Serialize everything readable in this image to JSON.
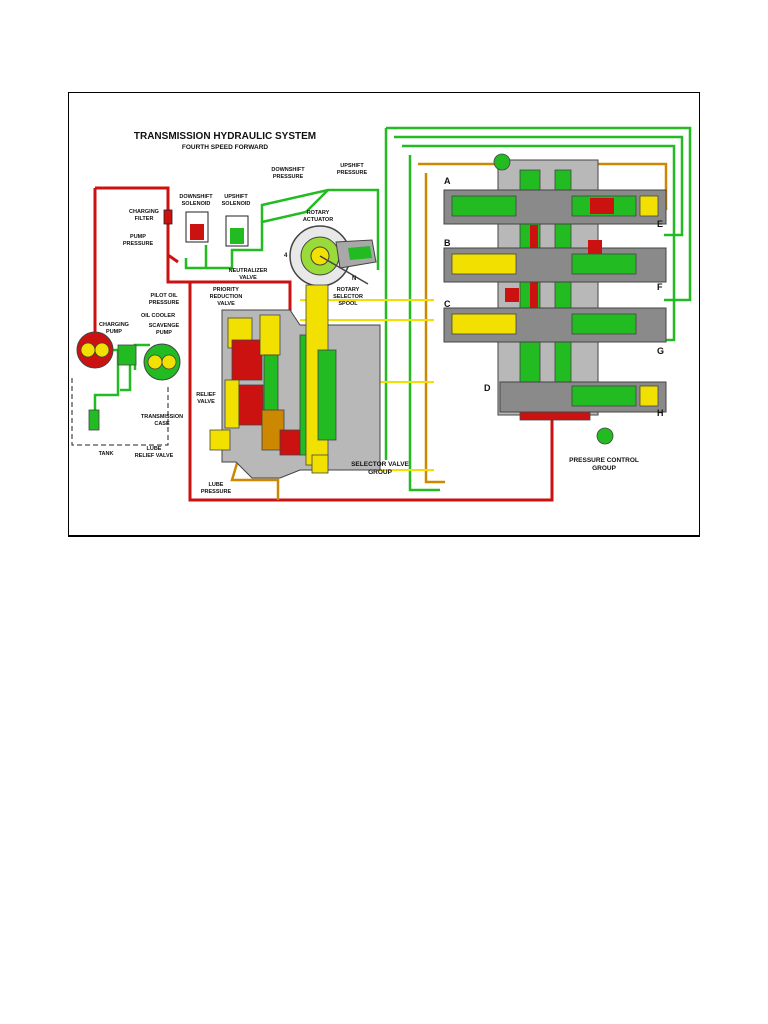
{
  "title": "TRANSMISSION HYDRAULIC SYSTEM",
  "subtitle": "FOURTH SPEED FORWARD",
  "labels": {
    "downshift_pressure": [
      "DOWNSHIFT",
      "PRESSURE"
    ],
    "upshift_pressure": [
      "UPSHIFT",
      "PRESSURE"
    ],
    "downshift_solenoid": [
      "DOWNSHIFT",
      "SOLENOID"
    ],
    "upshift_solenoid": [
      "UPSHIFT",
      "SOLENOID"
    ],
    "charging_filter": [
      "CHARGING",
      "FILTER"
    ],
    "rotary_actuator": [
      "ROTARY",
      "ACTUATOR"
    ],
    "pump_pressure": [
      "PUMP",
      "PRESSURE"
    ],
    "neutralizer_valve": [
      "NEUTRALIZER",
      "VALVE"
    ],
    "priority_reduction_valve": [
      "PRIORITY",
      "REDUCTION",
      "VALVE"
    ],
    "rotary_selector_spool": [
      "ROTARY",
      "SELECTOR",
      "SPOOL"
    ],
    "pilot_oil_pressure": [
      "PILOT OIL",
      "PRESSURE"
    ],
    "oil_cooler": "OIL COOLER",
    "charging_pump": [
      "CHARGING",
      "PUMP"
    ],
    "scavenge_pump": [
      "SCAVENGE",
      "PUMP"
    ],
    "relief_valve": [
      "RELIEF",
      "VALVE"
    ],
    "transmission_case": [
      "TRANSMISSION",
      "CASE"
    ],
    "tank": "TANK",
    "lube_relief_valve": [
      "LUBE",
      "RELIEF VALVE"
    ],
    "lube_pressure": [
      "LUBE",
      "PRESSURE"
    ],
    "selector_valve_group": [
      "SELECTOR VALVE",
      "GROUP"
    ],
    "pressure_control_group": [
      "PRESSURE CONTROL",
      "GROUP"
    ],
    "actuator_pos_4": "4",
    "actuator_pos_n": "N"
  },
  "clutch_letters": [
    "A",
    "B",
    "C",
    "D",
    "E",
    "F",
    "G",
    "H"
  ],
  "colors": {
    "pump_pressure": "#cc1111",
    "pilot_oil": "#22bb22",
    "lube": "#cc8800",
    "return_yellow": "#f2e000",
    "body_gray": "#b8b8b8",
    "case_gray": "#8a8a8a"
  }
}
